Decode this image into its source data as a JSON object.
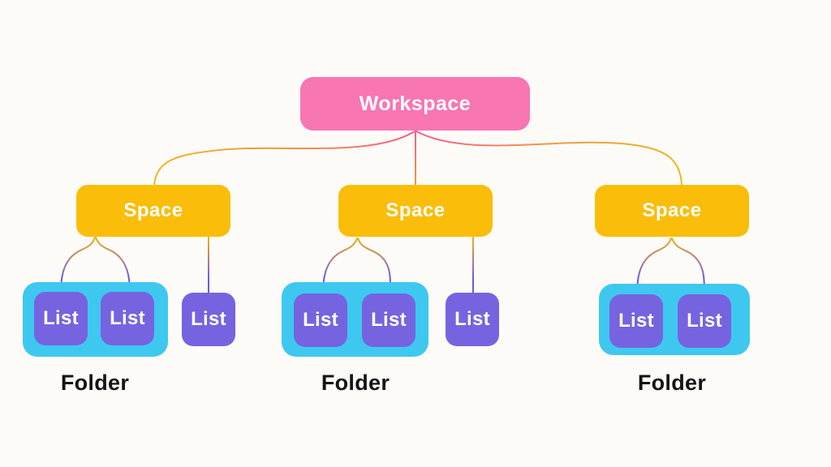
{
  "background": "#FCFBF8",
  "palette": {
    "background": "#FCFBF8",
    "workspace_pink": "#F876B1",
    "space_yellow": "#FABD0A",
    "folder_cyan": "#3EC8F0",
    "list_purple": "#7663E0",
    "node_text": "#FFFFFF",
    "label_dark": "#141414",
    "connector_pink": "#F25C95",
    "connector_orange": "#F2993F",
    "connector_yellow": "#EFAE12",
    "connector_purple": "#6C5BD8"
  },
  "diagram": {
    "root": {
      "type": "workspace",
      "label": "Workspace"
    },
    "groups": [
      {
        "space": "Space",
        "folder": {
          "label": "Folder",
          "lists": [
            "List",
            "List"
          ]
        },
        "standalone_lists": [
          "List"
        ]
      },
      {
        "space": "Space",
        "folder": {
          "label": "Folder",
          "lists": [
            "List",
            "List"
          ]
        },
        "standalone_lists": [
          "List"
        ]
      },
      {
        "space": "Space",
        "folder": {
          "label": "Folder",
          "lists": [
            "List",
            "List"
          ]
        },
        "standalone_lists": []
      }
    ]
  }
}
